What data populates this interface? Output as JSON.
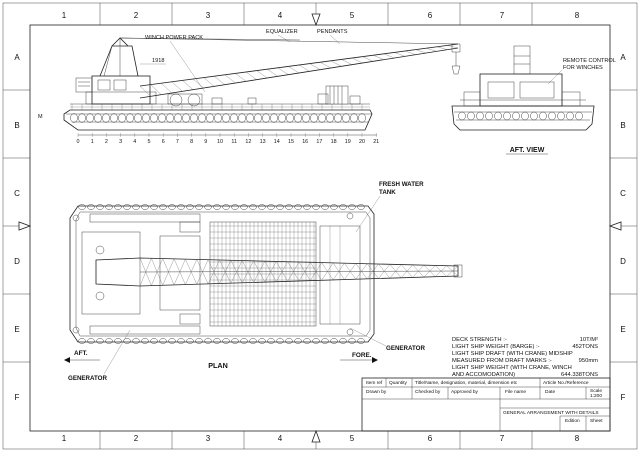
{
  "border": {
    "top_columns": [
      "1",
      "2",
      "3",
      "4",
      "5",
      "6",
      "7",
      "8"
    ],
    "bottom_columns": [
      "1",
      "2",
      "3",
      "4",
      "5",
      "6",
      "7",
      "8"
    ],
    "left_rows": [
      "A",
      "B",
      "C",
      "D",
      "E",
      "F"
    ],
    "right_rows": [
      "A",
      "B",
      "C",
      "D",
      "E",
      "F"
    ]
  },
  "elevation": {
    "labels": {
      "winch_power_pack": "WINCH POWER PACK",
      "equalizer": "EQUALIZER",
      "pendants": "PENDANTS",
      "dimension": "1918",
      "m_mark": "M"
    },
    "frame_numbers": [
      "0",
      "1",
      "2",
      "3",
      "4",
      "5",
      "6",
      "7",
      "8",
      "9",
      "10",
      "11",
      "12",
      "13",
      "14",
      "15",
      "16",
      "17",
      "18",
      "19",
      "20",
      "21"
    ]
  },
  "aft_view": {
    "title": "AFT. VIEW",
    "remote_control": "REMOTE CONTROL\nFOR WINCHES",
    "remote_control_line1": "REMOTE CONTROL",
    "remote_control_line2": "FOR WINCHES"
  },
  "plan": {
    "title": "PLAN",
    "fresh_water_line1": "FRESH WATER",
    "fresh_water_line2": "TANK",
    "generator_right": "GENERATOR",
    "generator_left": "GENERATOR",
    "aft_label": "AFT.",
    "fore_label": "FORE."
  },
  "specs": [
    {
      "label": "DECK STRENGTH :-",
      "value": "10T/M²"
    },
    {
      "label": "LIGHT SHIP WEIGHT (BARGE) :-",
      "value": "452TONS"
    },
    {
      "label": "LIGHT SHIP DRAFT (WITH CRANE) MIDSHIP",
      "value": ""
    },
    {
      "label": "MEASURED FROM DRAFT MARKS :-",
      "value": "950mm"
    },
    {
      "label": "LIGHT SHIP WEIGHT (WITH CRANE, WINCH",
      "value": ""
    },
    {
      "label": "AND ACCOMODATION)",
      "value": "644.338TONS"
    }
  ],
  "title_block": {
    "item_ref": "Item ref",
    "quantity": "Quantity",
    "title_name": "Title/Name, designation, material, dimension etc",
    "article_no": "Article No./Reference",
    "drawn_by": "Drawn by",
    "checked_by": "Checked by",
    "approved_by": "Approved by",
    "file_name": "File name",
    "date": "Date",
    "scale_label": "Scale",
    "scale_value": "1:200",
    "drawing_title": "GENERAL ARRANGEMENT WITH DETAILS",
    "edition": "Edition",
    "sheet": "Sheet"
  }
}
